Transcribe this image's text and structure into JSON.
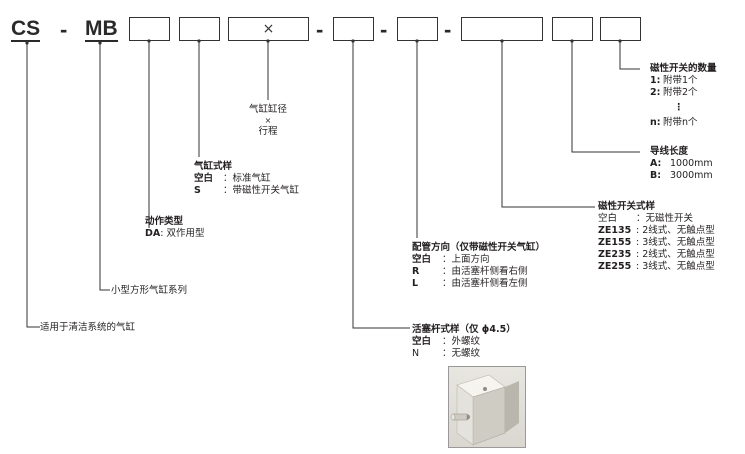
{
  "code": {
    "prefix": "CS",
    "dash": "-",
    "series": "MB",
    "times": "×"
  },
  "labels": {
    "bore_stroke": {
      "line1": "气缸缸径",
      "times": "×",
      "line2": "行程"
    },
    "cyl_type": {
      "title": "气缸式样",
      "row1_key": "空白",
      "row1_val": "：标准气缸",
      "row2_key": "S",
      "row2_val": "：带磁性开关气缸"
    },
    "action": {
      "title": "动作类型",
      "row1_key": "DA",
      "row1_val": ": 双作用型"
    },
    "series_desc": "小型方形气缸系列",
    "clean": "适用于清洁系统的气缸",
    "piping": {
      "title": "配管方向（仅带磁性开关气缸）",
      "row1_key": "空白",
      "row1_val": "：上面方向",
      "row2_key": "R",
      "row2_val": "：由活塞杆侧看右侧",
      "row3_key": "L",
      "row3_val": "：由活塞杆侧看左侧"
    },
    "rod": {
      "title": "活塞杆式样（仅 ϕ4.5）",
      "row1_key": "空白",
      "row1_val": "：外螺纹",
      "row2_key": "N",
      "row2_val": "：无螺纹"
    },
    "switch_type": {
      "title": "磁性开关式样",
      "rows": [
        {
          "key": "空白",
          "val": "：无磁性开关"
        },
        {
          "key": "ZE135",
          "val": ": 2线式、无触点型"
        },
        {
          "key": "ZE155",
          "val": ": 3线式、无触点型"
        },
        {
          "key": "ZE235",
          "val": ": 2线式、无触点型"
        },
        {
          "key": "ZE255",
          "val": ": 3线式、无触点型"
        }
      ]
    },
    "lead": {
      "title": "导线长度",
      "row1_key": "A:",
      "row1_val": "1000mm",
      "row2_key": "B:",
      "row2_val": "3000mm"
    },
    "qty": {
      "title": "磁性开关的数量",
      "row1_key": "1:",
      "row1_val": "附带1个",
      "row2_key": "2:",
      "row2_val": "附带2个",
      "dots": "⋮",
      "row3_key": "n:",
      "row3_val": "附带n个"
    }
  }
}
